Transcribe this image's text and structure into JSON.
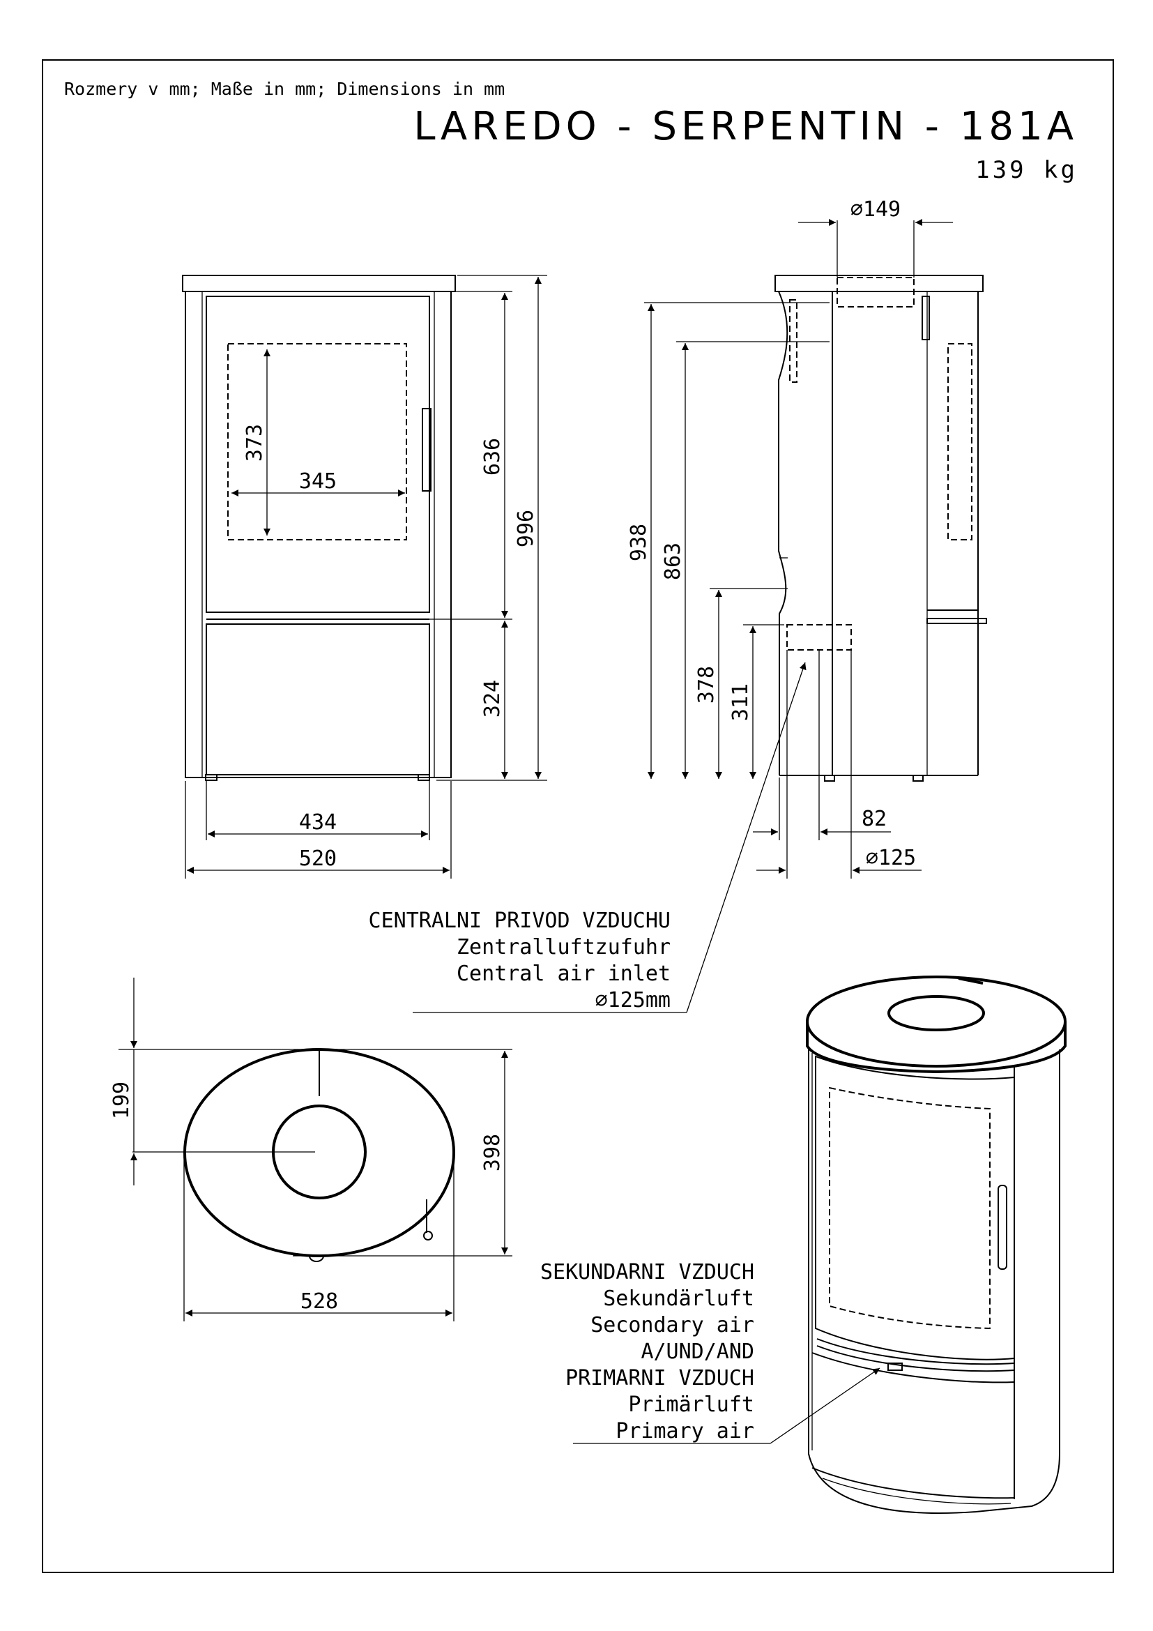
{
  "header": {
    "dimensions_note": "Rozmery v mm; Maße in mm; Dimensions in mm",
    "model_name": "LAREDO - SERPENTIN - 181A",
    "weight": "139 kg"
  },
  "front_view": {
    "window_height": "373",
    "window_width": "345",
    "upper_height": "636",
    "total_height": "996",
    "lower_height": "324",
    "inner_width": "434",
    "outer_width": "520"
  },
  "side_view": {
    "flue_diameter": "⌀149",
    "flue_height": "938",
    "top_outlet_height": "863",
    "air_inlet_top": "378",
    "air_inlet_center": "311",
    "inlet_offset": "82",
    "inlet_diameter": "⌀125"
  },
  "central_air_callout": {
    "line1": "CENTRALNI PRIVOD VZDUCHU",
    "line2": "Zentralluftzufuhr",
    "line3": "Central air inlet",
    "line4": "⌀125mm"
  },
  "top_view": {
    "center_offset": "199",
    "depth": "398",
    "width": "528"
  },
  "air_callout": {
    "line1": "SEKUNDARNI VZDUCH",
    "line2": "Sekundärluft",
    "line3": "Secondary air",
    "line4": "A/UND/AND",
    "line5": "PRIMARNI VZDUCH",
    "line6": "Primärluft",
    "line7": "Primary air"
  }
}
